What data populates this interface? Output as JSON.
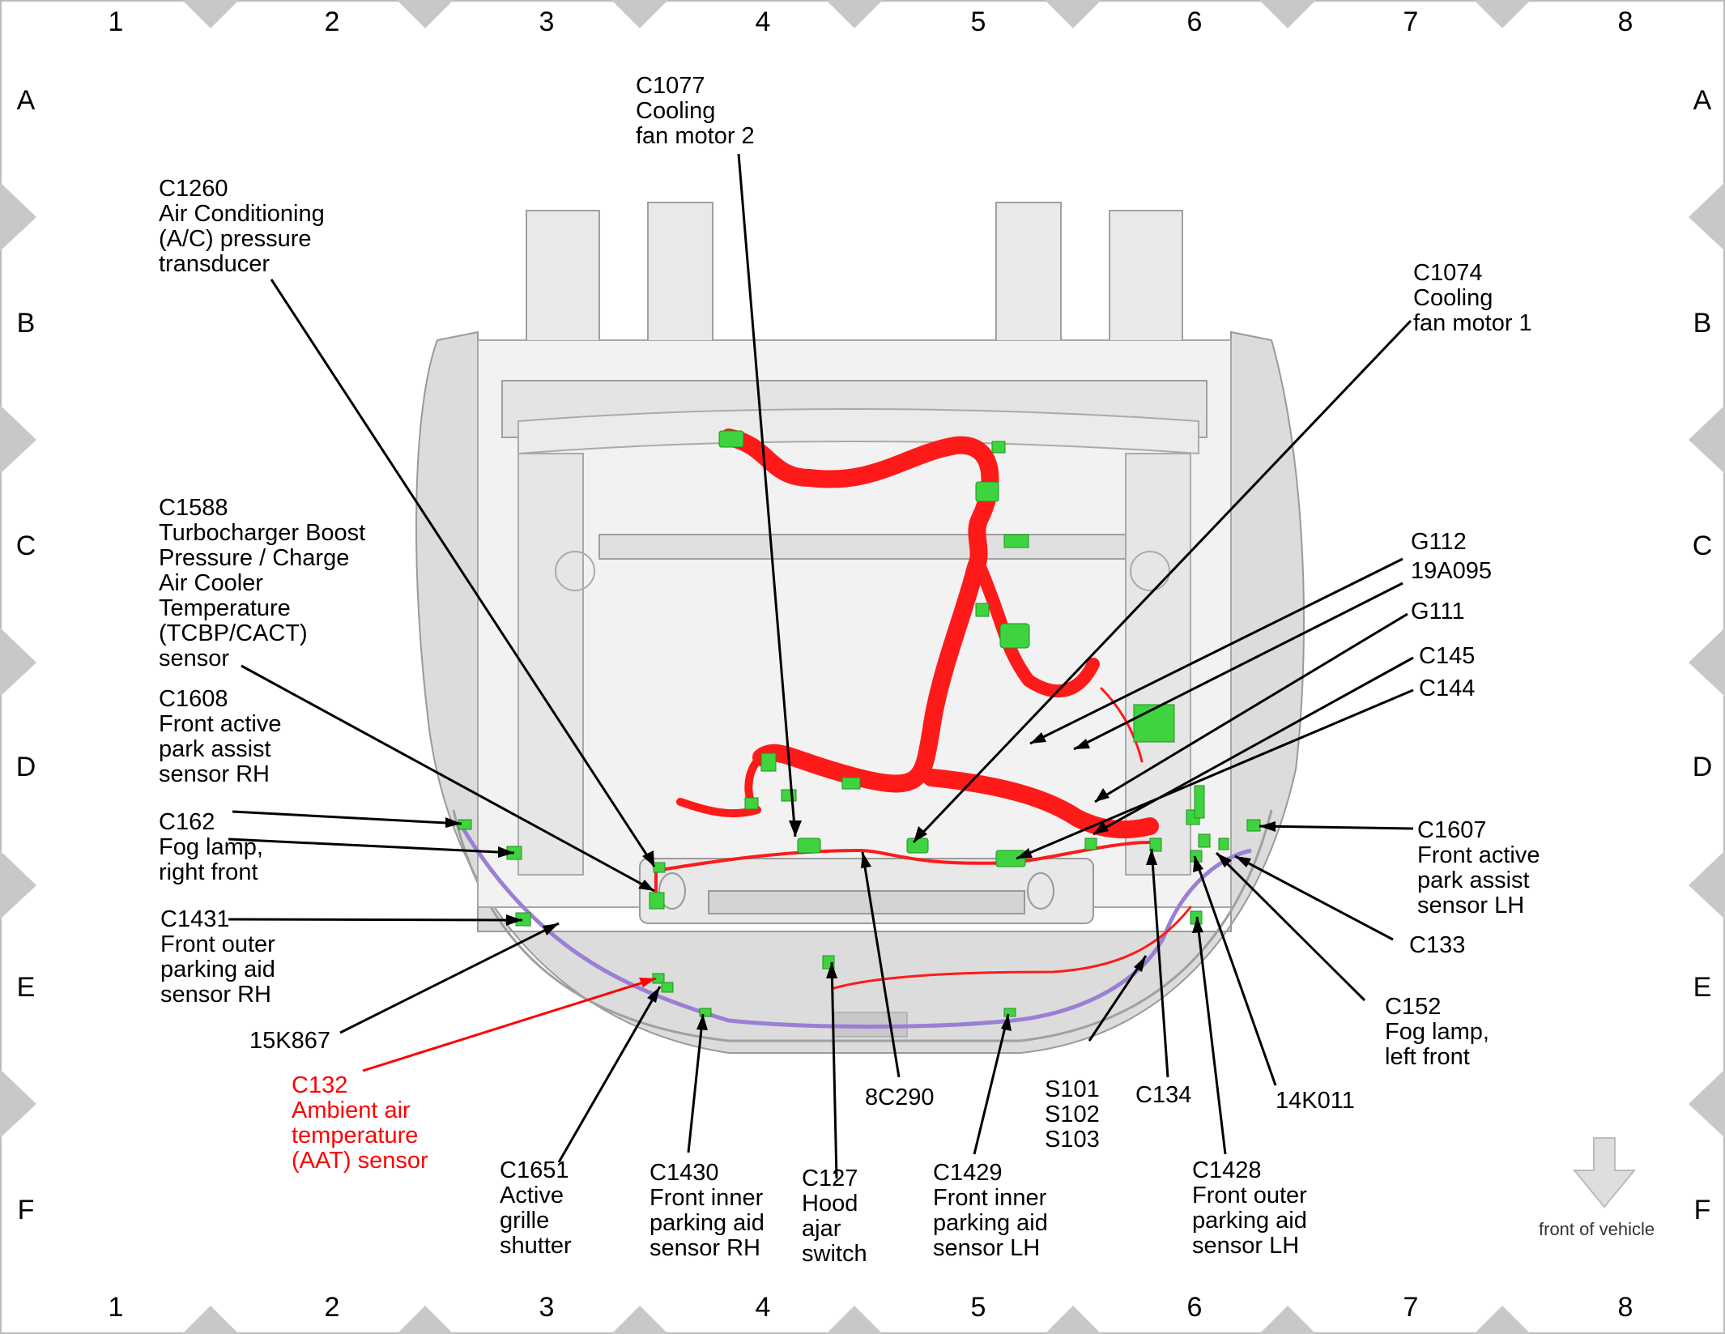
{
  "grid": {
    "columns": [
      "1",
      "2",
      "3",
      "4",
      "5",
      "6",
      "7",
      "8"
    ],
    "rows": [
      "A",
      "B",
      "C",
      "D",
      "E",
      "F"
    ]
  },
  "colors": {
    "harness": "#ff1a1a",
    "harness_thin": "#e02020",
    "purple_harness": "#9b7fd4",
    "connector": "#3fd43f",
    "highlight_label": "#ff0000",
    "frame_triangles": "#c8c8c8"
  },
  "labels": {
    "c1077": [
      "C1077",
      "Cooling",
      "fan motor 2"
    ],
    "c1260": [
      "C1260",
      "Air Conditioning",
      "(A/C) pressure",
      "transducer"
    ],
    "c1074": [
      "C1074",
      "Cooling",
      "fan motor 1"
    ],
    "c1588": [
      "C1588",
      "Turbocharger Boost",
      "Pressure / Charge",
      "Air Cooler",
      "Temperature",
      "(TCBP/CACT)",
      "sensor"
    ],
    "g112": [
      "G112"
    ],
    "n19a095": [
      "19A095"
    ],
    "g111": [
      "G111"
    ],
    "c145": [
      "C145"
    ],
    "c144": [
      "C144"
    ],
    "c1608": [
      "C1608",
      "Front active",
      "park assist",
      "sensor RH"
    ],
    "c162": [
      "C162",
      "Fog lamp,",
      "right front"
    ],
    "c1607": [
      "C1607",
      "Front active",
      "park assist",
      "sensor LH"
    ],
    "c1431": [
      "C1431",
      "Front outer",
      "parking aid",
      "sensor RH"
    ],
    "c133": [
      "C133"
    ],
    "c152": [
      "C152",
      "Fog lamp,",
      "left front"
    ],
    "n15k867": [
      "15K867"
    ],
    "c132": [
      "C132",
      "Ambient air",
      "temperature",
      "(AAT) sensor"
    ],
    "n8c290": [
      "8C290"
    ],
    "s101": [
      "S101",
      "S102",
      "S103"
    ],
    "c134": [
      "C134"
    ],
    "n14k011": [
      "14K011"
    ],
    "c1651": [
      "C1651",
      "Active",
      "grille",
      "shutter"
    ],
    "c1430": [
      "C1430",
      "Front inner",
      "parking aid",
      "sensor RH"
    ],
    "c127": [
      "C127",
      "Hood",
      "ajar",
      "switch"
    ],
    "c1429": [
      "C1429",
      "Front inner",
      "parking aid",
      "sensor LH"
    ],
    "c1428": [
      "C1428",
      "Front outer",
      "parking aid",
      "sensor LH"
    ]
  },
  "front_indicator": {
    "text": "front of vehicle",
    "icon": "down-arrow-icon"
  }
}
